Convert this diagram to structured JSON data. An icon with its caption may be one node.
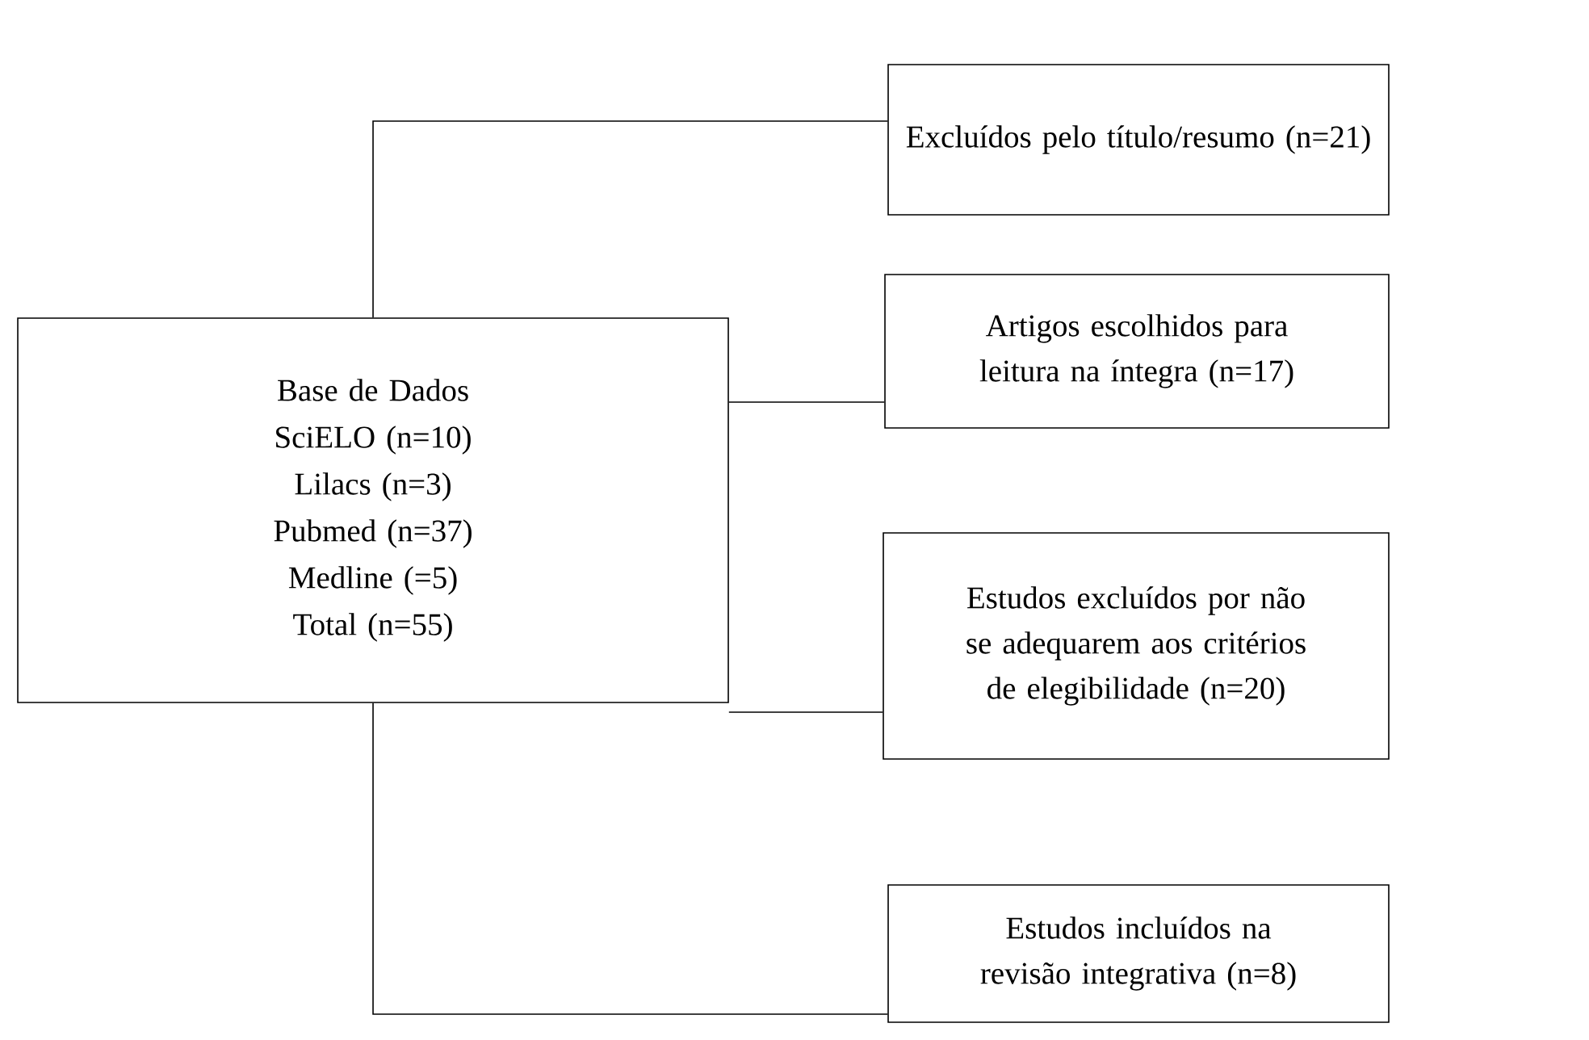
{
  "diagram": {
    "nodes": [
      {
        "text": [
          "Base de Dados",
          "SciELO (n=10)",
          "Lilacs (n=3)",
          "Pubmed (n=37)",
          "Medline (=5)",
          "Total (n=55)"
        ]
      },
      {
        "text": [
          "Excluídos pelo título/resumo (n=21)"
        ]
      },
      {
        "text": [
          "Artigos escolhidos para leitura na íntegra (n=17)"
        ]
      },
      {
        "text": [
          "Estudos excluídos por não se adequarem aos critérios de elegibilidade (n=20)"
        ]
      },
      {
        "text": [
          "Estudos incluídos na revisão integrativa (n=8)"
        ]
      }
    ],
    "edges": [
      {
        "from": 0,
        "to": 1,
        "arrow": "none"
      },
      {
        "from": 0,
        "to": 2,
        "arrow": "none"
      },
      {
        "from": 0,
        "to": 3,
        "arrow": "none"
      },
      {
        "from": 0,
        "to": 4,
        "arrow": "none"
      }
    ]
  }
}
